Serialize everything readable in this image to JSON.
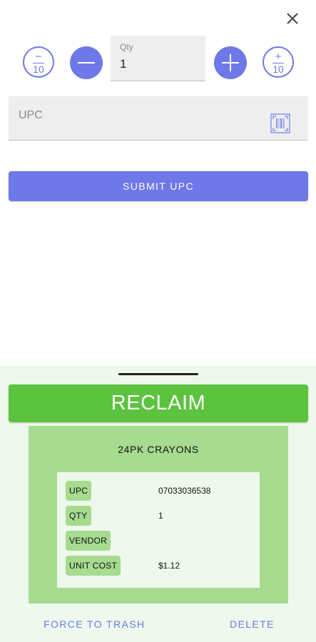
{
  "colors": {
    "accent": "#6f78e8",
    "reclaim": "#5cc33f",
    "card": "#a6db90",
    "sheet": "#eef8ec"
  },
  "quantity": {
    "label": "Qty",
    "value": "1",
    "minus_ten_sign": "−",
    "minus_ten_number": "10",
    "plus_ten_sign": "+",
    "plus_ten_number": "10"
  },
  "upc_input": {
    "placeholder": "UPC",
    "value": ""
  },
  "submit_label": "SUBMIT UPC",
  "result": {
    "status_label": "RECLAIM",
    "item_name": "24PK CRAYONS",
    "details": [
      {
        "key": "UPC",
        "value": "07033036538"
      },
      {
        "key": "QTY",
        "value": "1"
      },
      {
        "key": "VENDOR",
        "value": ""
      },
      {
        "key": "UNIT COST",
        "value": "$1.12"
      }
    ]
  },
  "actions": {
    "force_trash_label": "FORCE TO TRASH",
    "delete_label": "DELETE"
  }
}
